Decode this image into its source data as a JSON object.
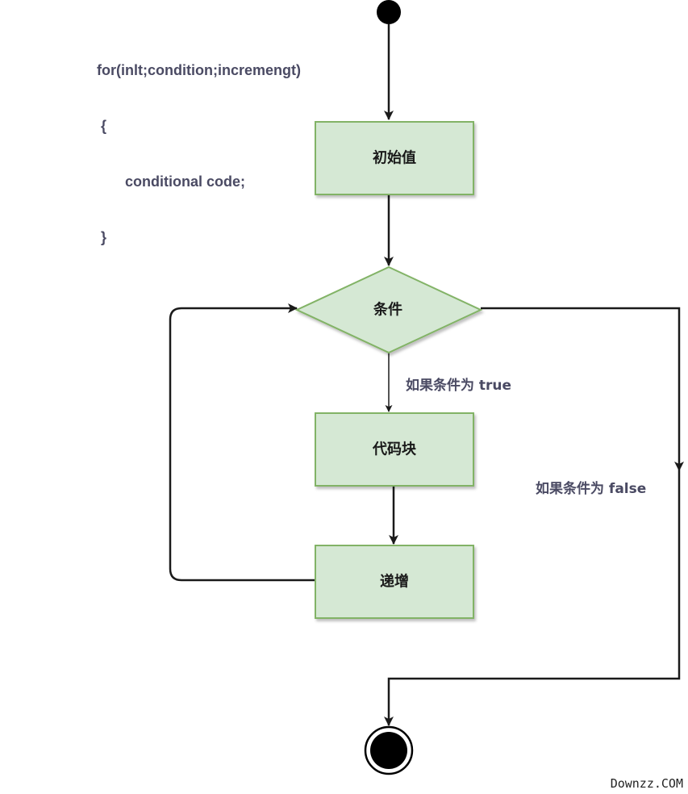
{
  "code": {
    "line1": "for(inlt;condition;incremengt)",
    "line2": "{",
    "line3": "conditional code;",
    "line4": "}"
  },
  "nodes": {
    "init": "初始值",
    "condition": "条件",
    "code_block": "代码块",
    "increment": "递增"
  },
  "edges": {
    "true_label": "如果条件为 true",
    "false_label": "如果条件为 false"
  },
  "watermark": "Downzz.COM",
  "colors": {
    "node_fill": "#d5e8d4",
    "node_stroke": "#82b366",
    "line": "#1a1a1a",
    "label_text": "#4a4a63"
  }
}
